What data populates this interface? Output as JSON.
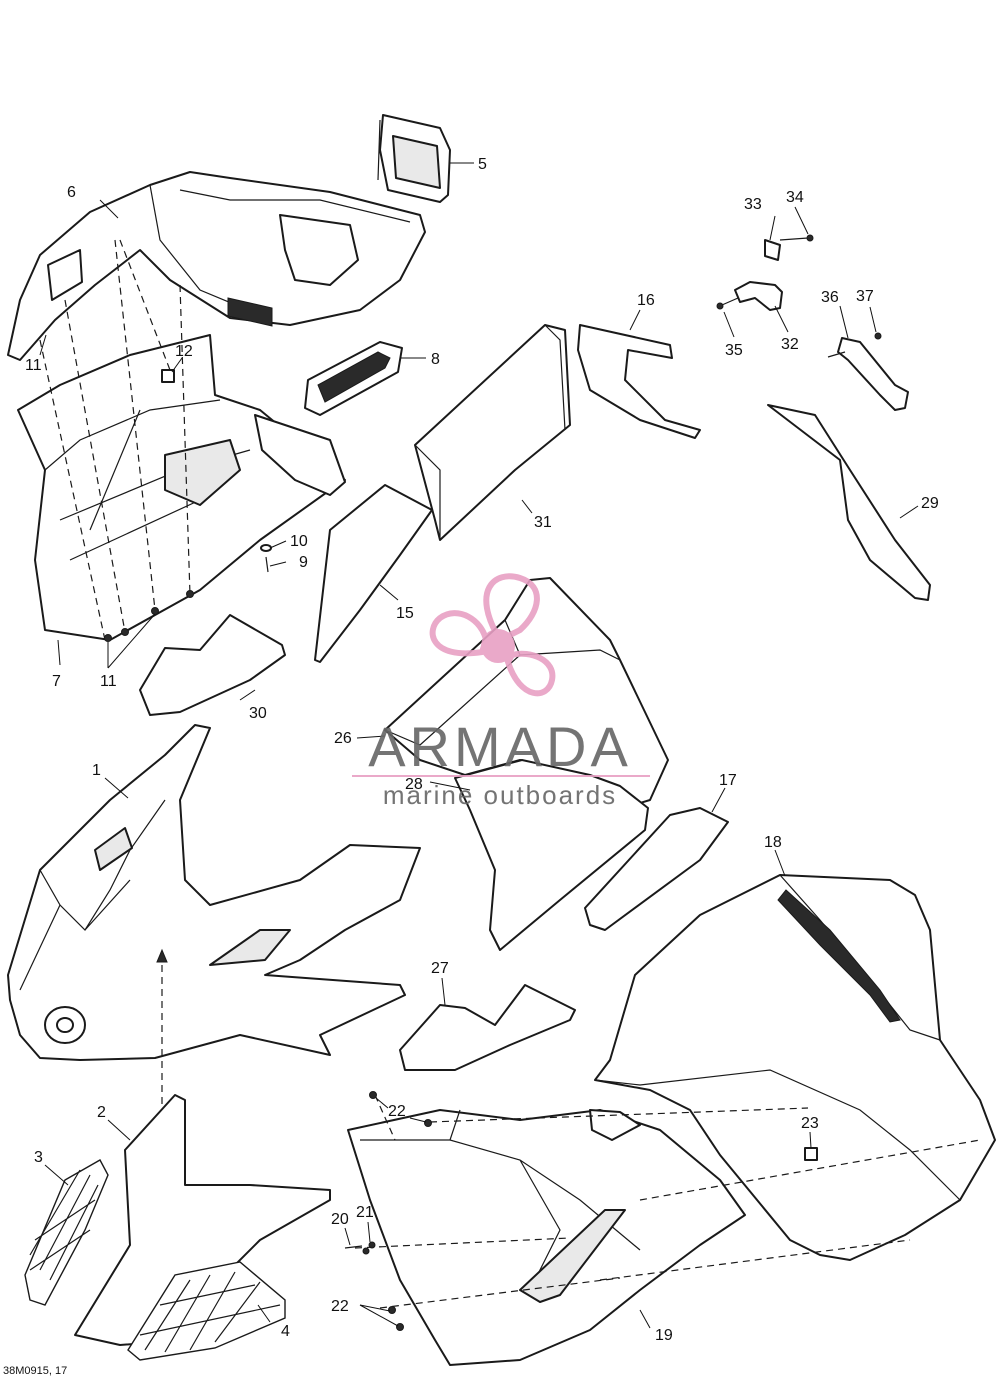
{
  "diagram": {
    "reference": "38M0915, 17",
    "callouts": [
      {
        "id": "c5",
        "label": "5"
      },
      {
        "id": "c6",
        "label": "6"
      },
      {
        "id": "c11a",
        "label": "11"
      },
      {
        "id": "c12",
        "label": "12"
      },
      {
        "id": "c8",
        "label": "8"
      },
      {
        "id": "c10",
        "label": "10"
      },
      {
        "id": "c9",
        "label": "9"
      },
      {
        "id": "c7",
        "label": "7"
      },
      {
        "id": "c11b",
        "label": "11"
      },
      {
        "id": "c30",
        "label": "30"
      },
      {
        "id": "c15",
        "label": "15"
      },
      {
        "id": "c16",
        "label": "16"
      },
      {
        "id": "c31",
        "label": "31"
      },
      {
        "id": "c33",
        "label": "33"
      },
      {
        "id": "c34",
        "label": "34"
      },
      {
        "id": "c35",
        "label": "35"
      },
      {
        "id": "c32",
        "label": "32"
      },
      {
        "id": "c36",
        "label": "36"
      },
      {
        "id": "c37",
        "label": "37"
      },
      {
        "id": "c29",
        "label": "29"
      },
      {
        "id": "c26",
        "label": "26"
      },
      {
        "id": "c28",
        "label": "28"
      },
      {
        "id": "c17",
        "label": "17"
      },
      {
        "id": "c1",
        "label": "1"
      },
      {
        "id": "c18",
        "label": "18"
      },
      {
        "id": "c27",
        "label": "27"
      },
      {
        "id": "c2",
        "label": "2"
      },
      {
        "id": "c3",
        "label": "3"
      },
      {
        "id": "c22a",
        "label": "22"
      },
      {
        "id": "c23",
        "label": "23"
      },
      {
        "id": "c20",
        "label": "20"
      },
      {
        "id": "c21",
        "label": "21"
      },
      {
        "id": "c22b",
        "label": "22"
      },
      {
        "id": "c4",
        "label": "4"
      },
      {
        "id": "c19",
        "label": "19"
      }
    ]
  },
  "watermark": {
    "brand": "ARMADA",
    "tagline": "marine outboards",
    "logo_icon": "propeller-logo-icon",
    "color": "#e8a0c4"
  }
}
